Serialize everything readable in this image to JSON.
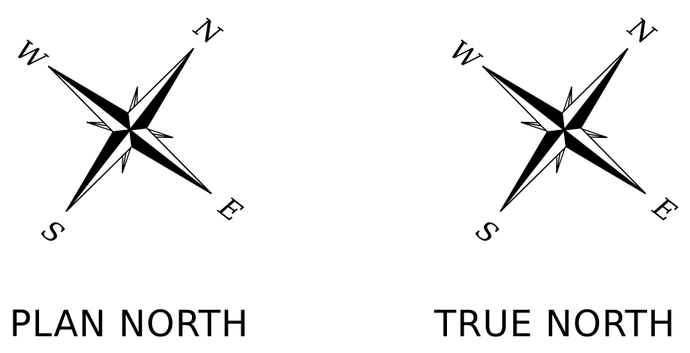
{
  "colors": {
    "ink": "#000000",
    "paper": "#ffffff"
  },
  "compasses": [
    {
      "caption": "PLAN NORTH",
      "labels": {
        "north": "N",
        "east": "E",
        "south": "S",
        "west": "W"
      }
    },
    {
      "caption": "TRUE NORTH",
      "labels": {
        "north": "N",
        "east": "E",
        "south": "S",
        "west": "W"
      }
    }
  ]
}
